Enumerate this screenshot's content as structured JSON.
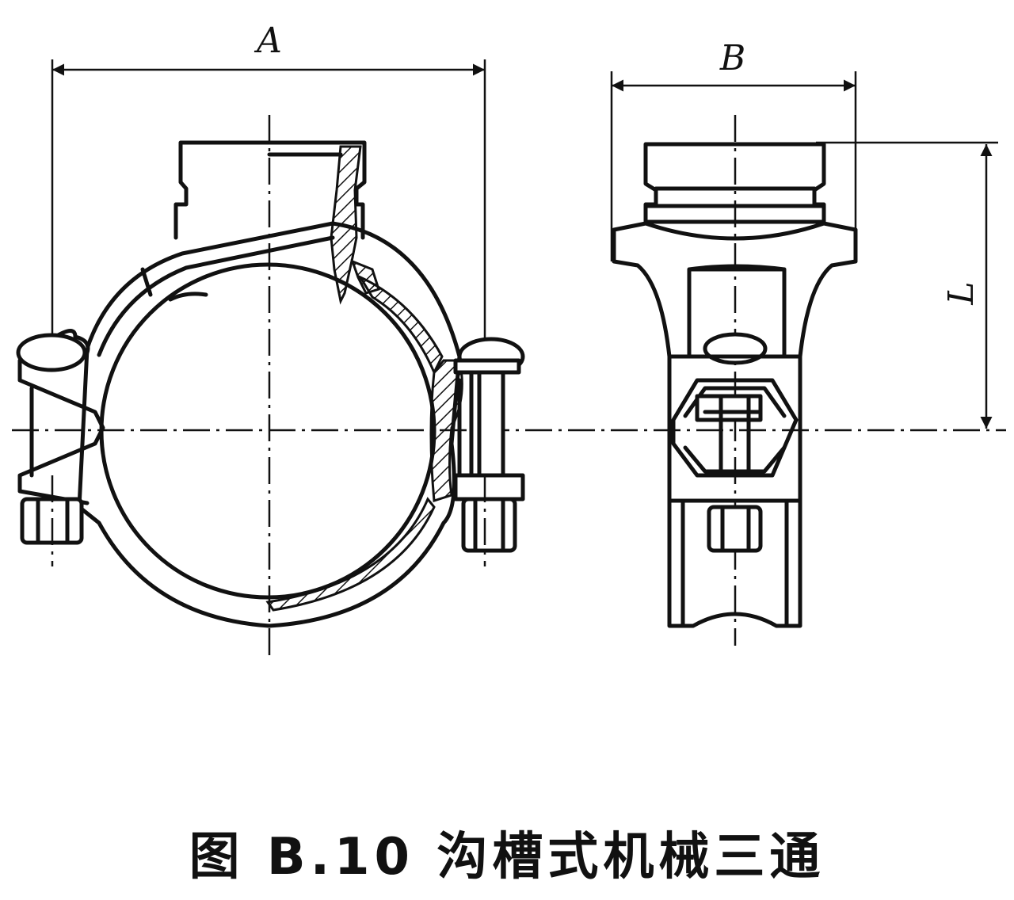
{
  "labels": {
    "dim_a": "A",
    "dim_b": "B",
    "dim_l": "L"
  },
  "caption": "图 B.10   沟槽式机械三通"
}
